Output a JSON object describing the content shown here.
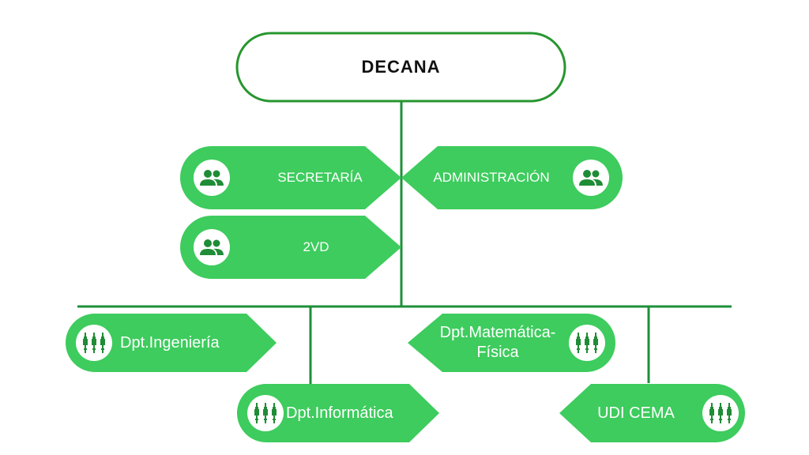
{
  "colors": {
    "primary": "#3dcc5d",
    "line": "#1e8f3a",
    "root_border": "#27962f",
    "icon": "#1f8c36"
  },
  "root": {
    "label": "DECANA"
  },
  "staff": {
    "secretaria": {
      "label": "SECRETARÍA",
      "icon": "people-icon"
    },
    "administracion": {
      "label": "ADMINISTRACIÓN",
      "icon": "people-icon"
    },
    "vd2": {
      "label": "2VD",
      "icon": "people-icon"
    }
  },
  "departments": {
    "ingenieria": {
      "label": "Dpt.Ingeniería",
      "icon": "connectors-icon"
    },
    "matematica": {
      "label": "Dpt.Matemática-Física",
      "icon": "connectors-icon"
    },
    "informatica": {
      "label": "Dpt.Informática",
      "icon": "connectors-icon"
    },
    "udi": {
      "label": "UDI CEMA",
      "icon": "connectors-icon"
    }
  }
}
